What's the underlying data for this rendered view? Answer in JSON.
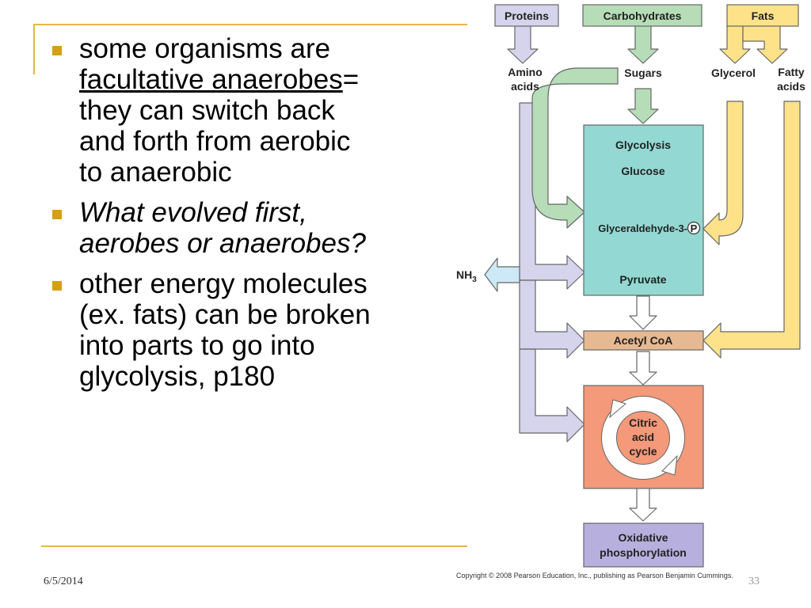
{
  "slide": {
    "bullets": [
      {
        "line1": "some organisms are",
        "term": "facultative anaerobes",
        "after_term": "=",
        "line3": "they can switch back",
        "line4": "and forth from aerobic",
        "line5": "to anaerobic"
      },
      {
        "line1": "What evolved first,",
        "line2": "aerobes or anaerobes?"
      },
      {
        "line1": "other energy molecules",
        "line2": "(ex. fats) can be broken",
        "line3": "into parts to go into",
        "line4": "glycolysis, p180"
      }
    ],
    "date": "6/5/2014",
    "page_number": "33"
  },
  "diagram": {
    "sources": {
      "proteins": "Proteins",
      "carbohydrates": "Carbohydrates",
      "fats": "Fats"
    },
    "building_blocks": {
      "amino_acids_1": "Amino",
      "amino_acids_2": "acids",
      "sugars": "Sugars",
      "glycerol": "Glycerol",
      "fatty_acids_1": "Fatty",
      "fatty_acids_2": "acids"
    },
    "glycolysis": {
      "title": "Glycolysis",
      "glucose": "Glucose",
      "g3p": "Glyceraldehyde-3-",
      "phosphate": "P",
      "pyruvate": "Pyruvate"
    },
    "nh3": "NH",
    "nh3_sub": "3",
    "acetyl_coa": "Acetyl CoA",
    "citric_acid_cycle": {
      "line1": "Citric",
      "line2": "acid",
      "line3": "cycle"
    },
    "oxidative_phosphorylation": {
      "line1": "Oxidative",
      "line2": "phosphorylation"
    },
    "copyright": "Copyright © 2008 Pearson Education, Inc., publishing as Pearson Benjamin Cummings."
  },
  "colors": {
    "accent_rule": "#e8b64a",
    "bullet": "#d4a017",
    "protein_purple": "#d6d4ec",
    "carb_green": "#b6ddb8",
    "fat_yellow": "#fde28a",
    "glycolysis_teal": "#94d8d3",
    "acetyl_tan": "#e7b992",
    "krebs_salmon": "#f49979",
    "oxphos_lavender": "#b7b0de",
    "nh3_blue": "#cde8f7"
  }
}
